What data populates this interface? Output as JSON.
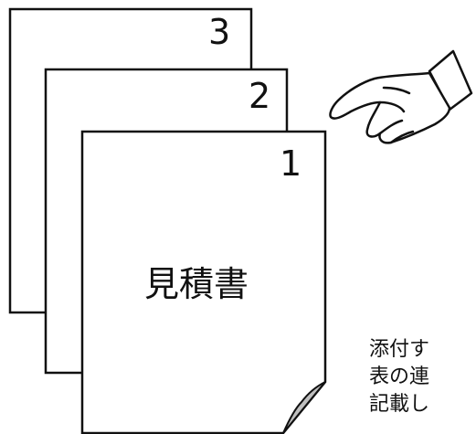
{
  "pages": [
    {
      "number": "3"
    },
    {
      "number": "2"
    },
    {
      "number": "1",
      "title": "見積書"
    }
  ],
  "note": {
    "lines": [
      "添付す",
      "表の連",
      "記載し"
    ]
  },
  "pointer": {
    "icon": "pointing-hand-icon"
  },
  "colors": {
    "stroke": "#111111",
    "page_fill": "#ffffff",
    "curl_fill": "#bfbfbf"
  }
}
